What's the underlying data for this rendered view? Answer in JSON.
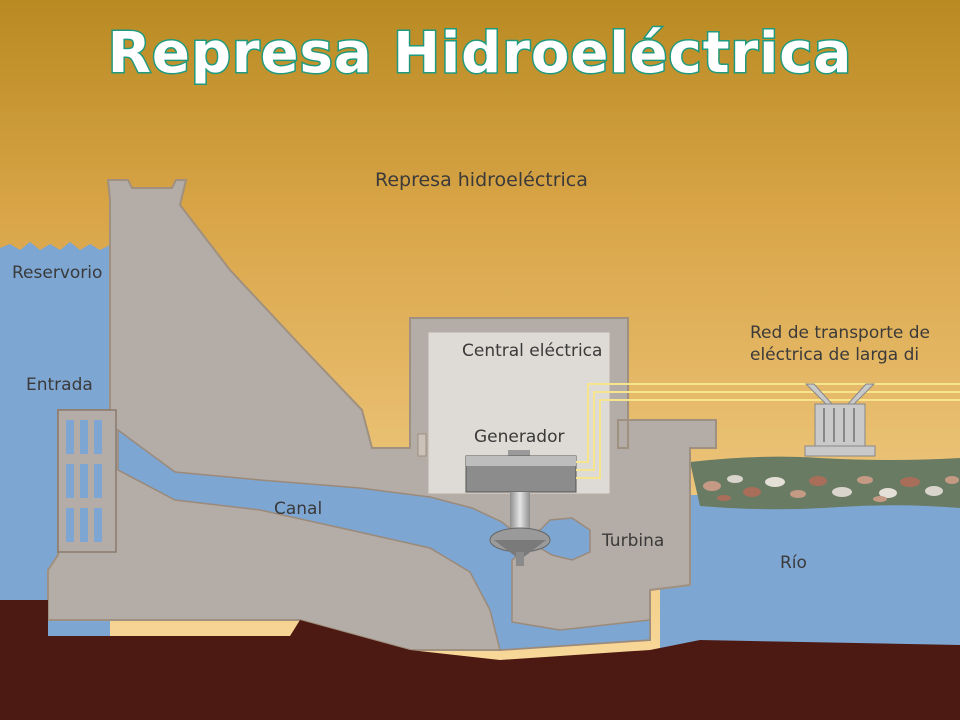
{
  "title": "Represa Hidroeléctrica",
  "labels": {
    "subtitle": "Represa hidroeléctrica",
    "reservoir": "Reservorio",
    "intake": "Entrada",
    "powerhouse": "Central eléctrica",
    "generator": "Generador",
    "penstock": "Canal",
    "turbine": "Turbina",
    "river": "Río",
    "grid_line1": "Red de transporte de",
    "grid_line2": "eléctrica de larga di"
  },
  "colors": {
    "sky_top": "#b98a22",
    "sky_bottom": "#fcdfa4",
    "water": "#7ea6d3",
    "dam": "#b4aca6",
    "ground": "#4c1a12",
    "title_outline": "#1f9a7e",
    "power_lines": "#f6e58c"
  }
}
